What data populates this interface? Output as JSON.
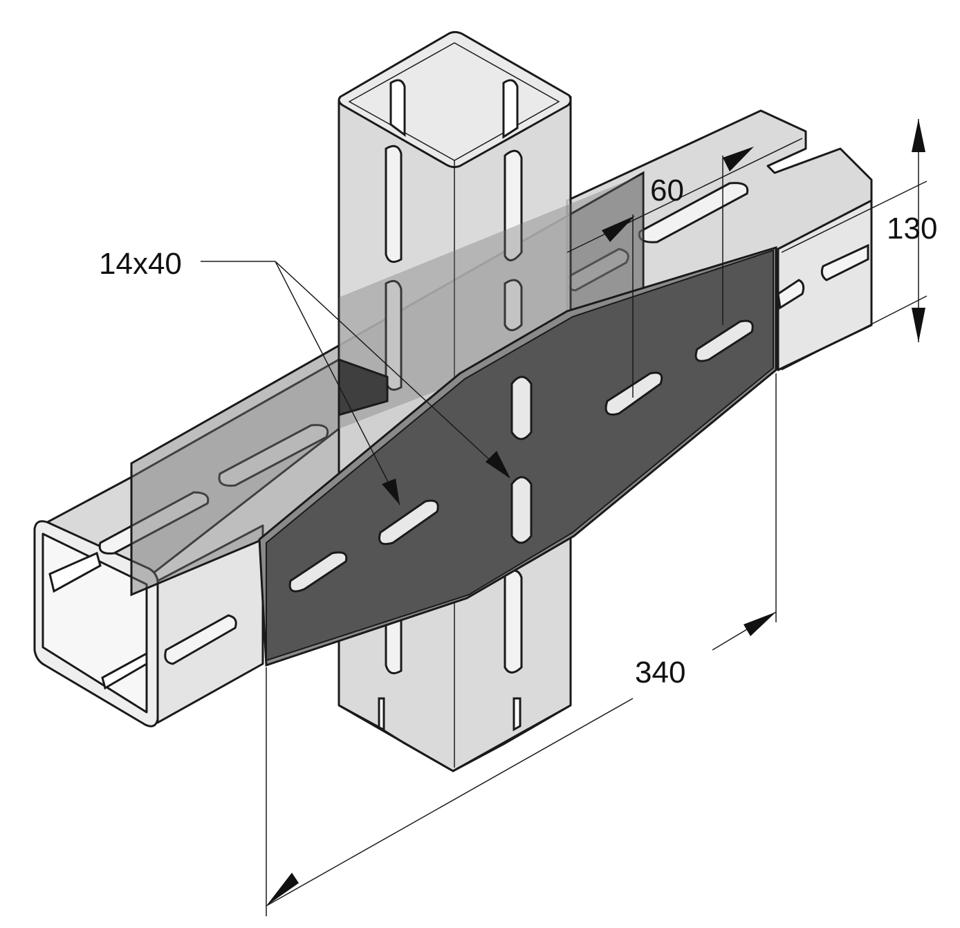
{
  "dimensions": {
    "slot_size": "14x40",
    "spacing": "60",
    "height": "130",
    "length": "340"
  },
  "colors": {
    "channel_light": "#e3e3e3",
    "channel_mid": "#cfcfcf",
    "channel_shadow": "#a9a9a9",
    "plate_face": "#5a5a5a",
    "plate_edge": "#8a8a8a",
    "slot_hole": "#f2f2f2",
    "line": "#1a1a1a"
  }
}
